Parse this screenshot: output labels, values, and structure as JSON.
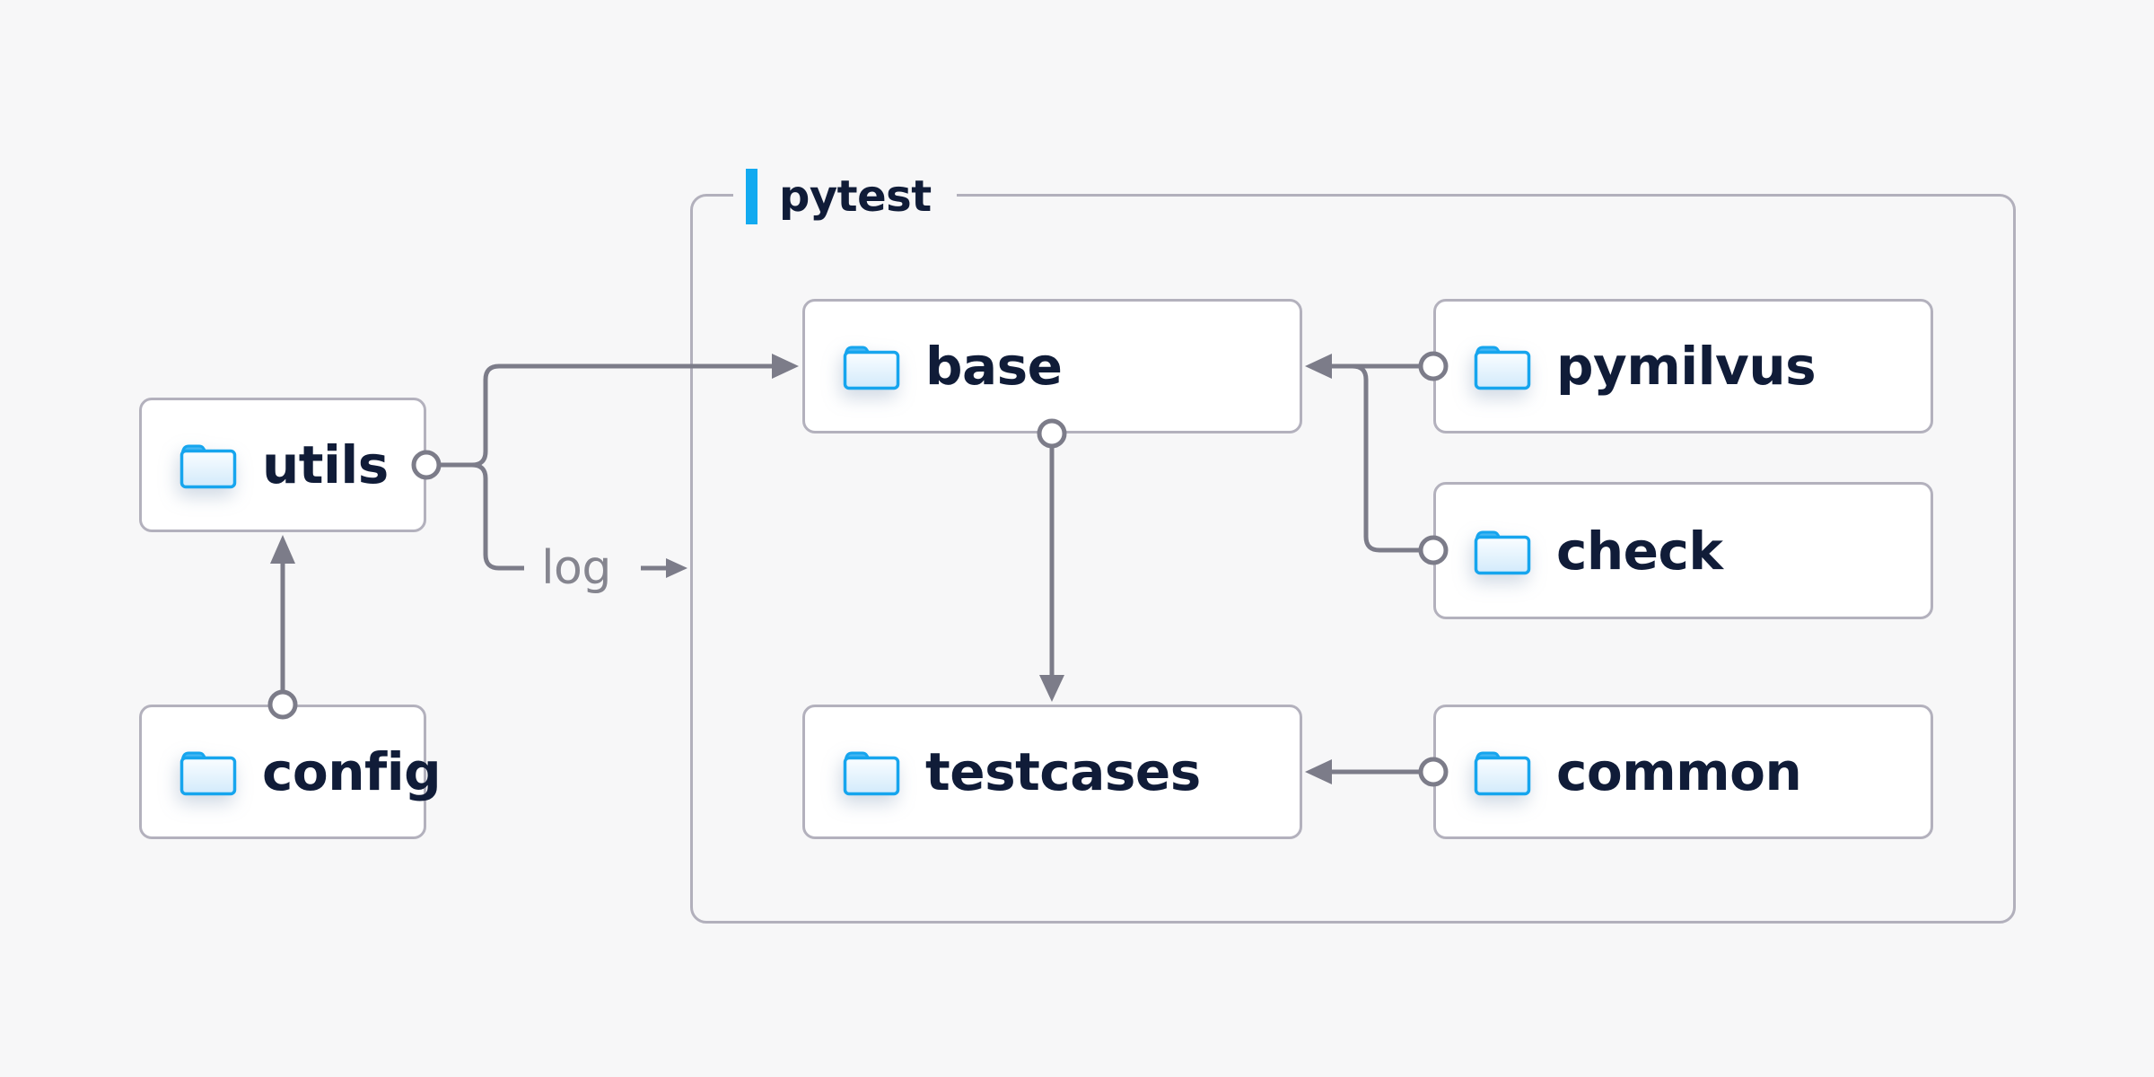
{
  "diagram": {
    "type": "folder-structure-diagram",
    "container": {
      "label": "pytest"
    },
    "nodes": {
      "utils": {
        "label": "utils",
        "icon": "folder-icon"
      },
      "config": {
        "label": "config",
        "icon": "folder-icon"
      },
      "base": {
        "label": "base",
        "icon": "folder-icon"
      },
      "pymilvus": {
        "label": "pymilvus",
        "icon": "folder-icon"
      },
      "check": {
        "label": "check",
        "icon": "folder-icon"
      },
      "testcases": {
        "label": "testcases",
        "icon": "folder-icon"
      },
      "common": {
        "label": "common",
        "icon": "folder-icon"
      }
    },
    "edges": {
      "log": {
        "label": "log"
      },
      "list": [
        {
          "from": "config",
          "to": "utils",
          "style": "arrow"
        },
        {
          "from": "utils",
          "to": "base",
          "style": "arrow"
        },
        {
          "from": "utils",
          "to": "log",
          "style": "label-arrow",
          "label": "log"
        },
        {
          "from": "pymilvus",
          "to": "base",
          "style": "arrow"
        },
        {
          "from": "check",
          "to": "base",
          "style": "arrow"
        },
        {
          "from": "base",
          "to": "testcases",
          "style": "arrow"
        },
        {
          "from": "common",
          "to": "testcases",
          "style": "arrow"
        }
      ]
    }
  },
  "colors": {
    "bg": "#f7f7f8",
    "node-fill": "#ffffff",
    "node-border": "#b3b1bd",
    "line": "#7c7c89",
    "text": "#101c38",
    "muted": "#85858f",
    "accent": "#12aaf0",
    "folder-stroke": "#16a5ee",
    "folder-tab": "#45b6f3",
    "folder-fill-top": "#fafdff",
    "folder-fill-bottom": "#d2eafb"
  }
}
